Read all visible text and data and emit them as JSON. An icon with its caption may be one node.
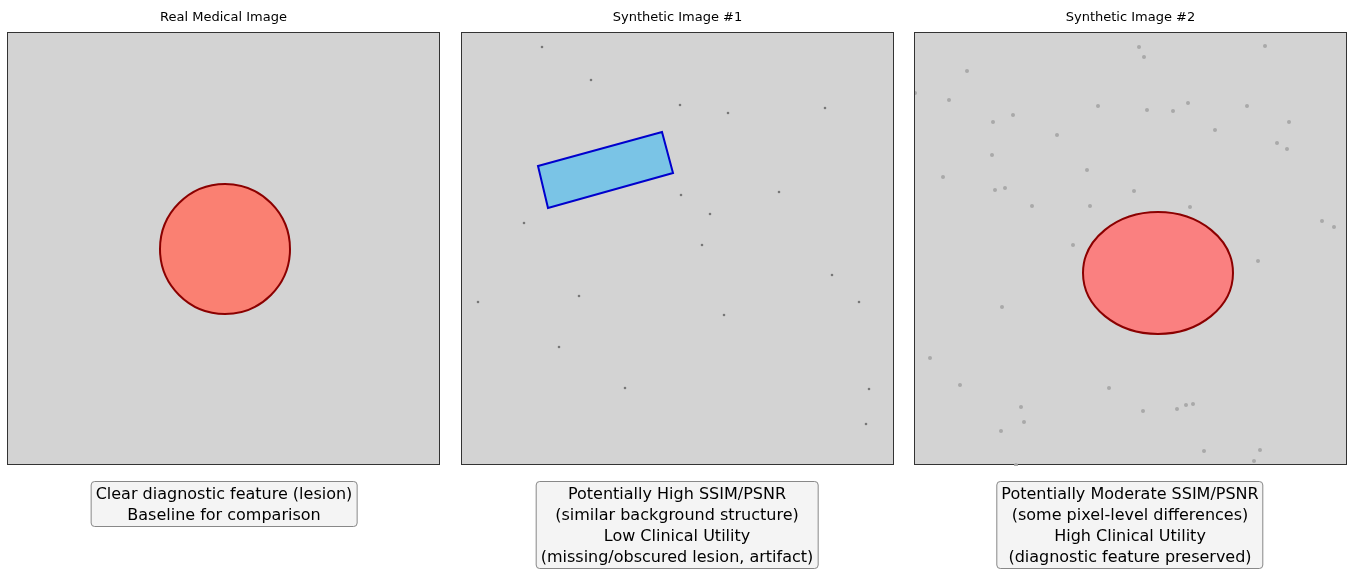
{
  "diagram": {
    "nodes": [
      {
        "text": [
          "Real Medical Image"
        ]
      },
      {
        "text": [
          "Synthetic Image #1"
        ]
      },
      {
        "text": [
          "Synthetic Image #2"
        ]
      },
      {
        "text": [
          "Clear diagnostic feature (lesion)",
          "Baseline for comparison"
        ]
      },
      {
        "text": [
          "Potentially High SSIM/PSNR",
          "(similar background structure)",
          "Low Clinical Utility",
          "(missing/obscured lesion, artifact)"
        ]
      },
      {
        "text": [
          "Potentially Moderate SSIM/PSNR",
          "(some pixel-level differences)",
          "High Clinical Utility",
          "(diagnostic feature preserved)"
        ]
      },
      {
        "text": [],
        "shape": "circle",
        "in": 0
      },
      {
        "text": [],
        "shape": "box",
        "in": 1
      },
      {
        "text": [],
        "shape": "ellipse",
        "in": 2
      }
    ]
  }
}
